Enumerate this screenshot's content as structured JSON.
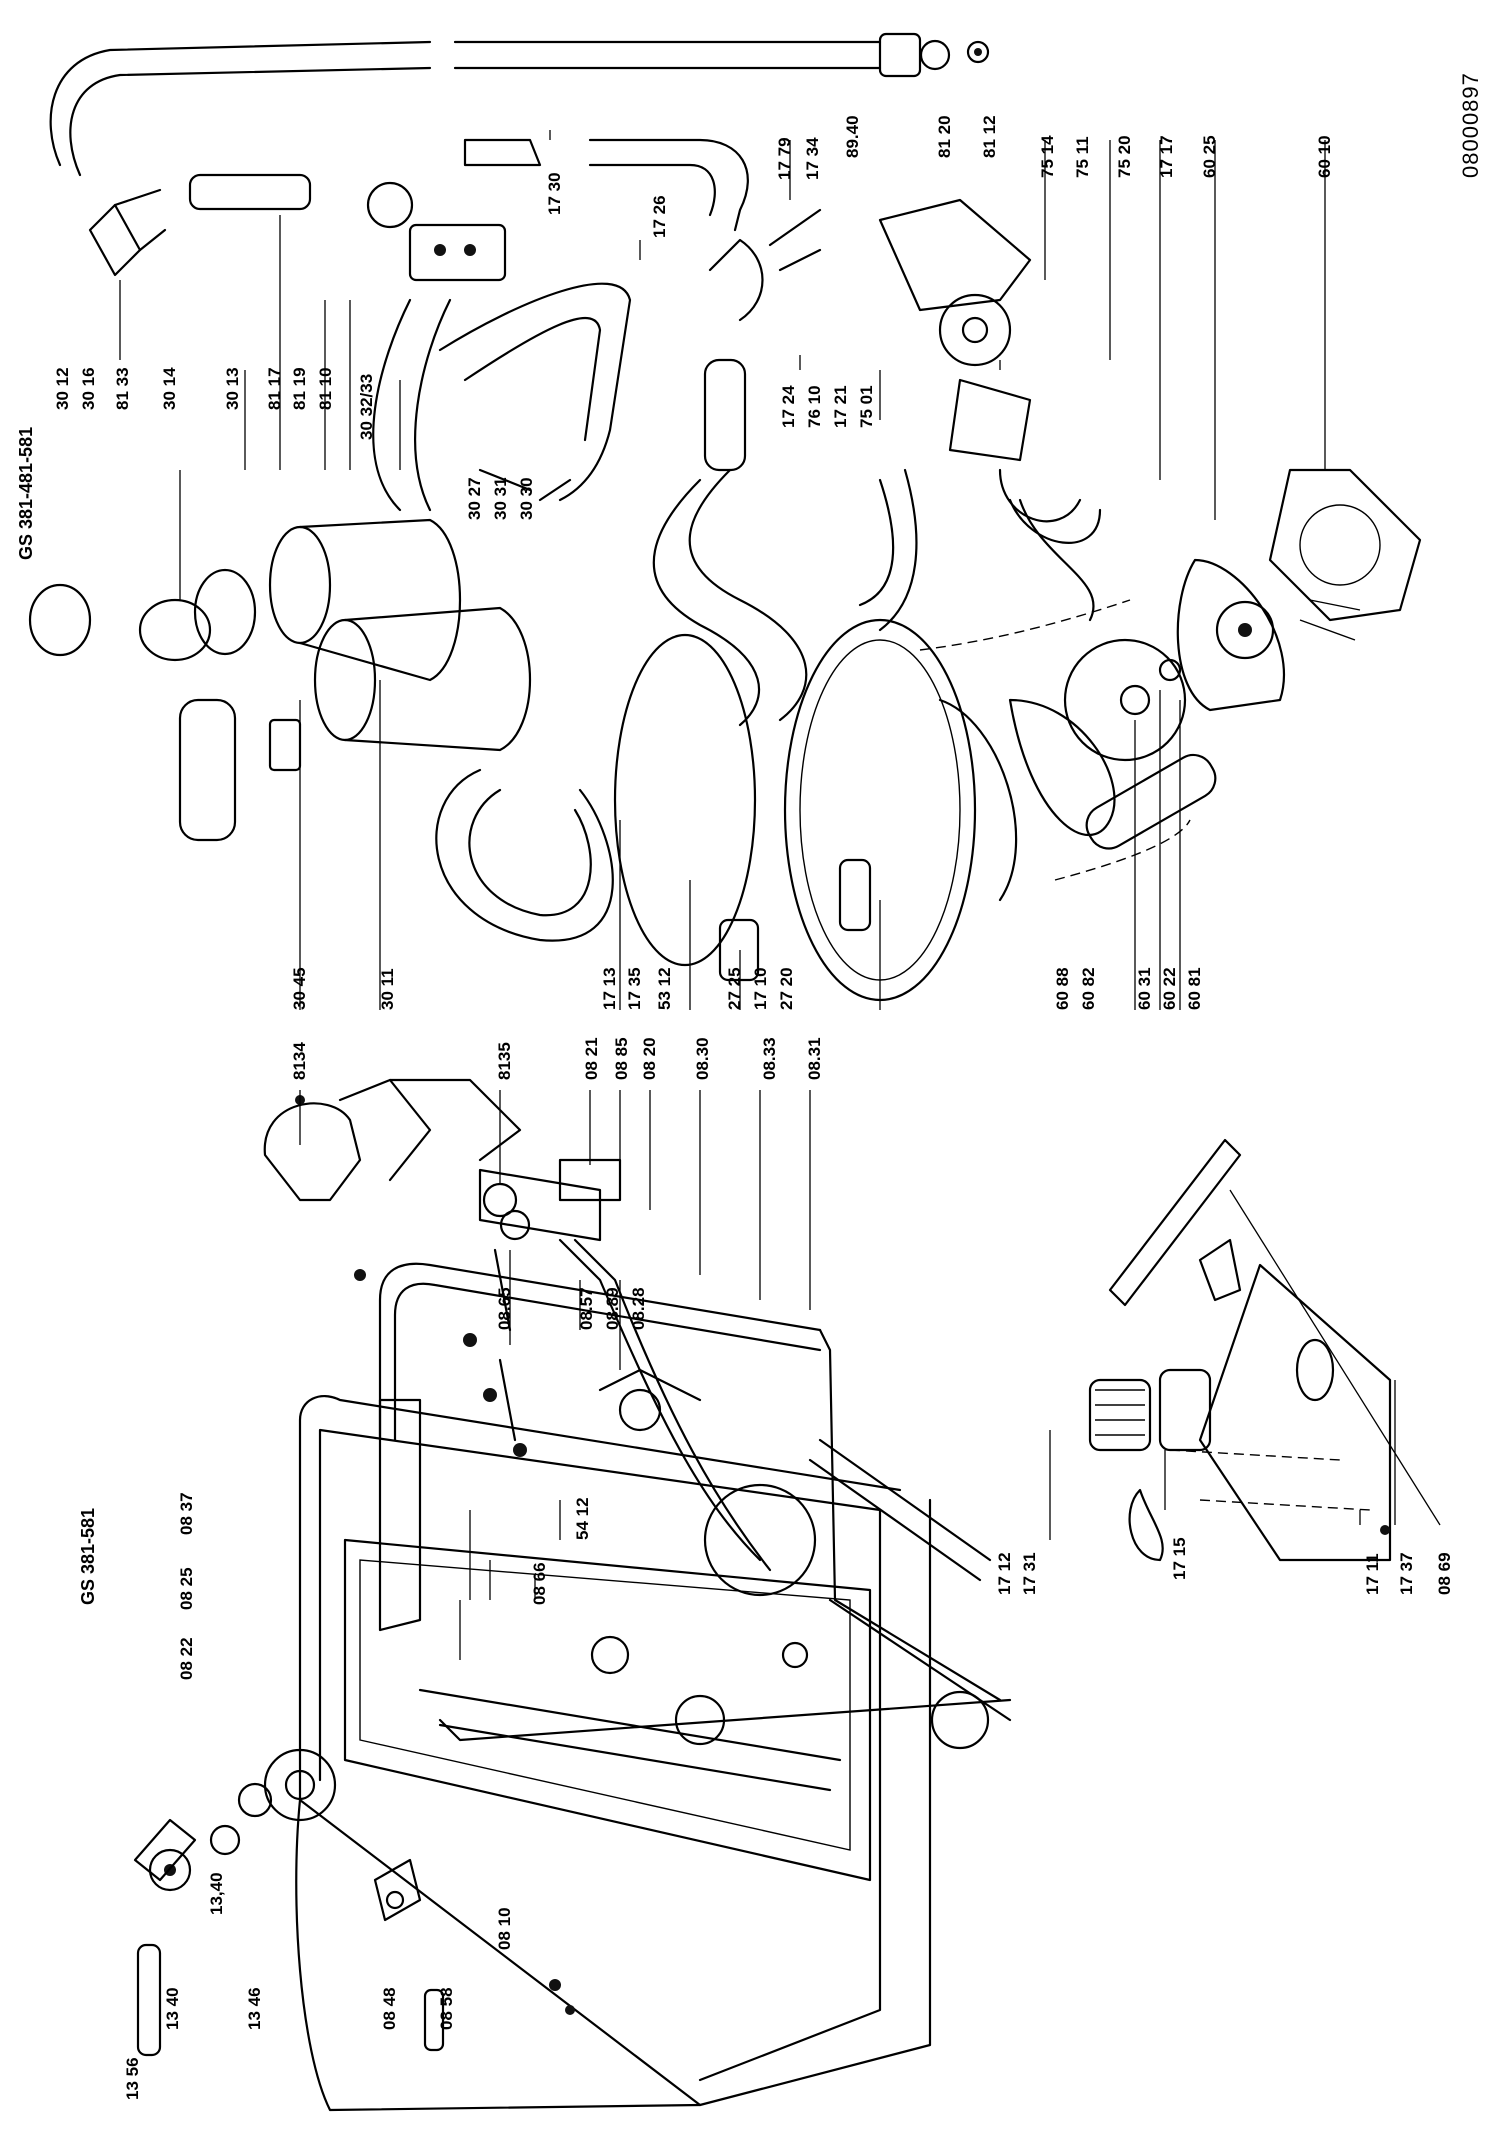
{
  "sheet": {
    "document_number": "08000897",
    "title_right": "GS 381-481-581",
    "title_left": "GS 381-581"
  },
  "labels_right_top": [
    {
      "id": "81-12",
      "text": "81 12"
    },
    {
      "id": "81-20",
      "text": "81 20"
    },
    {
      "id": "89-40",
      "text": "89.40"
    },
    {
      "id": "17-34",
      "text": "17 34"
    },
    {
      "id": "17-79",
      "text": "17 79"
    },
    {
      "id": "17-30",
      "text": "17 30"
    },
    {
      "id": "17-26",
      "text": "17 26"
    },
    {
      "id": "75-14",
      "text": "75 14"
    },
    {
      "id": "75-11",
      "text": "75 11"
    },
    {
      "id": "75-20",
      "text": "75 20"
    },
    {
      "id": "17-17",
      "text": "17 17"
    },
    {
      "id": "60-25",
      "text": "60 25"
    },
    {
      "id": "60-10",
      "text": "60 10"
    },
    {
      "id": "17-24",
      "text": "17 24"
    },
    {
      "id": "76-10",
      "text": "76 10"
    },
    {
      "id": "17-21",
      "text": "17 21"
    },
    {
      "id": "75-01",
      "text": "75 01"
    }
  ],
  "labels_right_mid": [
    {
      "id": "30-12",
      "text": "30 12"
    },
    {
      "id": "30-16",
      "text": "30 16"
    },
    {
      "id": "81-33",
      "text": "81 33"
    },
    {
      "id": "30-14",
      "text": "30 14"
    },
    {
      "id": "30-13",
      "text": "30 13"
    },
    {
      "id": "81-17",
      "text": "81 17"
    },
    {
      "id": "81-19",
      "text": "81 19"
    },
    {
      "id": "81-10",
      "text": "81 10"
    },
    {
      "id": "30-32-33",
      "text": "30 32/33"
    },
    {
      "id": "30-27",
      "text": "30 27"
    },
    {
      "id": "30-31",
      "text": "30 31"
    },
    {
      "id": "30-30",
      "text": "30 30"
    }
  ],
  "labels_right_bottom": [
    {
      "id": "30-45",
      "text": "30 45"
    },
    {
      "id": "30-11",
      "text": "30 11"
    },
    {
      "id": "17-13",
      "text": "17 13"
    },
    {
      "id": "17-35",
      "text": "17 35"
    },
    {
      "id": "53-12",
      "text": "53 12"
    },
    {
      "id": "27-25",
      "text": "27 25"
    },
    {
      "id": "17-10",
      "text": "17 10"
    },
    {
      "id": "27-20",
      "text": "27 20"
    },
    {
      "id": "60-88",
      "text": "60 88"
    },
    {
      "id": "60-82",
      "text": "60 82"
    },
    {
      "id": "60-31",
      "text": "60 31"
    },
    {
      "id": "60-22",
      "text": "60 22"
    },
    {
      "id": "60-81",
      "text": "60 81"
    }
  ],
  "labels_left_top": [
    {
      "id": "8134",
      "text": "8134"
    },
    {
      "id": "8135",
      "text": "8135"
    },
    {
      "id": "08-21",
      "text": "08 21"
    },
    {
      "id": "08-85",
      "text": "08 85"
    },
    {
      "id": "08-20",
      "text": "08 20"
    },
    {
      "id": "08-30",
      "text": "08.30"
    },
    {
      "id": "08-33",
      "text": "08.33"
    },
    {
      "id": "08-31",
      "text": "08.31"
    },
    {
      "id": "08-65",
      "text": "08.65"
    },
    {
      "id": "08-57",
      "text": "08.57"
    },
    {
      "id": "08-89",
      "text": "08.89"
    },
    {
      "id": "08-28",
      "text": "08.28"
    }
  ],
  "labels_left_mid": [
    {
      "id": "08-37",
      "text": "08 37"
    },
    {
      "id": "08-25",
      "text": "08 25"
    },
    {
      "id": "08-22",
      "text": "08 22"
    },
    {
      "id": "54-12",
      "text": "54 12"
    },
    {
      "id": "08-66",
      "text": "08 66"
    }
  ],
  "labels_left_bottom": [
    {
      "id": "13-56",
      "text": "13 56"
    },
    {
      "id": "13-40a",
      "text": "13 40"
    },
    {
      "id": "13-40b",
      "text": "13,40"
    },
    {
      "id": "13-46",
      "text": "13 46"
    },
    {
      "id": "08-48",
      "text": "08 48"
    },
    {
      "id": "08-58",
      "text": "08 58"
    },
    {
      "id": "08-10",
      "text": "08 10"
    }
  ],
  "labels_basket": [
    {
      "id": "1712",
      "text": "17 12"
    },
    {
      "id": "1731",
      "text": "17 31"
    },
    {
      "id": "1715",
      "text": "17 15"
    },
    {
      "id": "1711",
      "text": "17 11"
    },
    {
      "id": "1737",
      "text": "17 37"
    },
    {
      "id": "0869",
      "text": "08 69"
    }
  ]
}
